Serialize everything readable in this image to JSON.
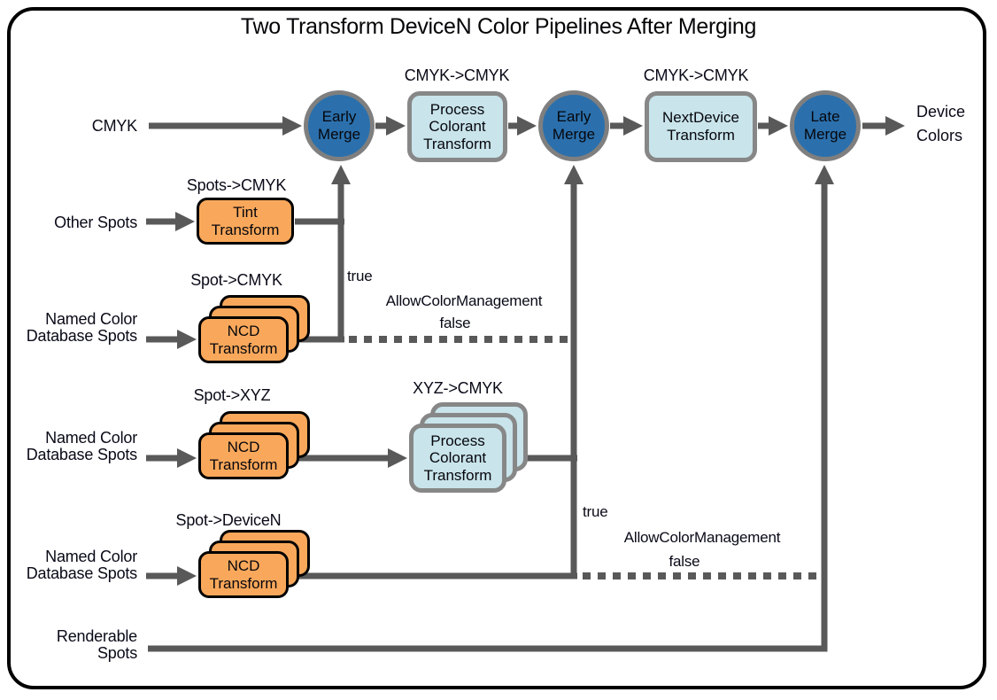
{
  "title": "Two Transform DeviceN Color Pipelines After Merging",
  "colors": {
    "merge_circle_fill": "#2B70AC",
    "process_box_fill": "#C9E4EB",
    "transform_box_fill": "#F9A85B",
    "wire_gray": "#595959",
    "node_border_gray": "#7f7f7f"
  },
  "inputs": {
    "cmyk": "CMYK",
    "other_spots": "Other Spots",
    "named_color_line1": "Named Color",
    "named_color_line2": "Database Spots",
    "renderable_line1": "Renderable",
    "renderable_line2": "Spots"
  },
  "nodes": {
    "early_merge": {
      "line1": "Early",
      "line2": "Merge"
    },
    "late_merge": {
      "line1": "Late",
      "line2": "Merge"
    },
    "process_colorant": {
      "line1": "Process",
      "line2": "Colorant",
      "line3": "Transform"
    },
    "next_device": {
      "line1": "NextDevice",
      "line2": "Transform"
    },
    "tint": {
      "line1": "Tint",
      "line2": "Transform"
    },
    "ncd": {
      "line1": "NCD",
      "line2": "Transform"
    }
  },
  "edge_labels": {
    "cmyk_to_cmyk_1": "CMYK->CMYK",
    "cmyk_to_cmyk_2": "CMYK->CMYK",
    "spots_to_cmyk": "Spots->CMYK",
    "spot_to_cmyk": "Spot->CMYK",
    "spot_to_xyz": "Spot->XYZ",
    "xyz_to_cmyk": "XYZ->CMYK",
    "spot_to_devicen": "Spot->DeviceN"
  },
  "conditions": {
    "branch1": {
      "true_label": "true",
      "condition": "AllowColorManagement",
      "false_label": "false"
    },
    "branch2": {
      "true_label": "true",
      "condition": "AllowColorManagement",
      "false_label": "false"
    }
  },
  "output": {
    "line1": "Device",
    "line2": "Colors"
  }
}
